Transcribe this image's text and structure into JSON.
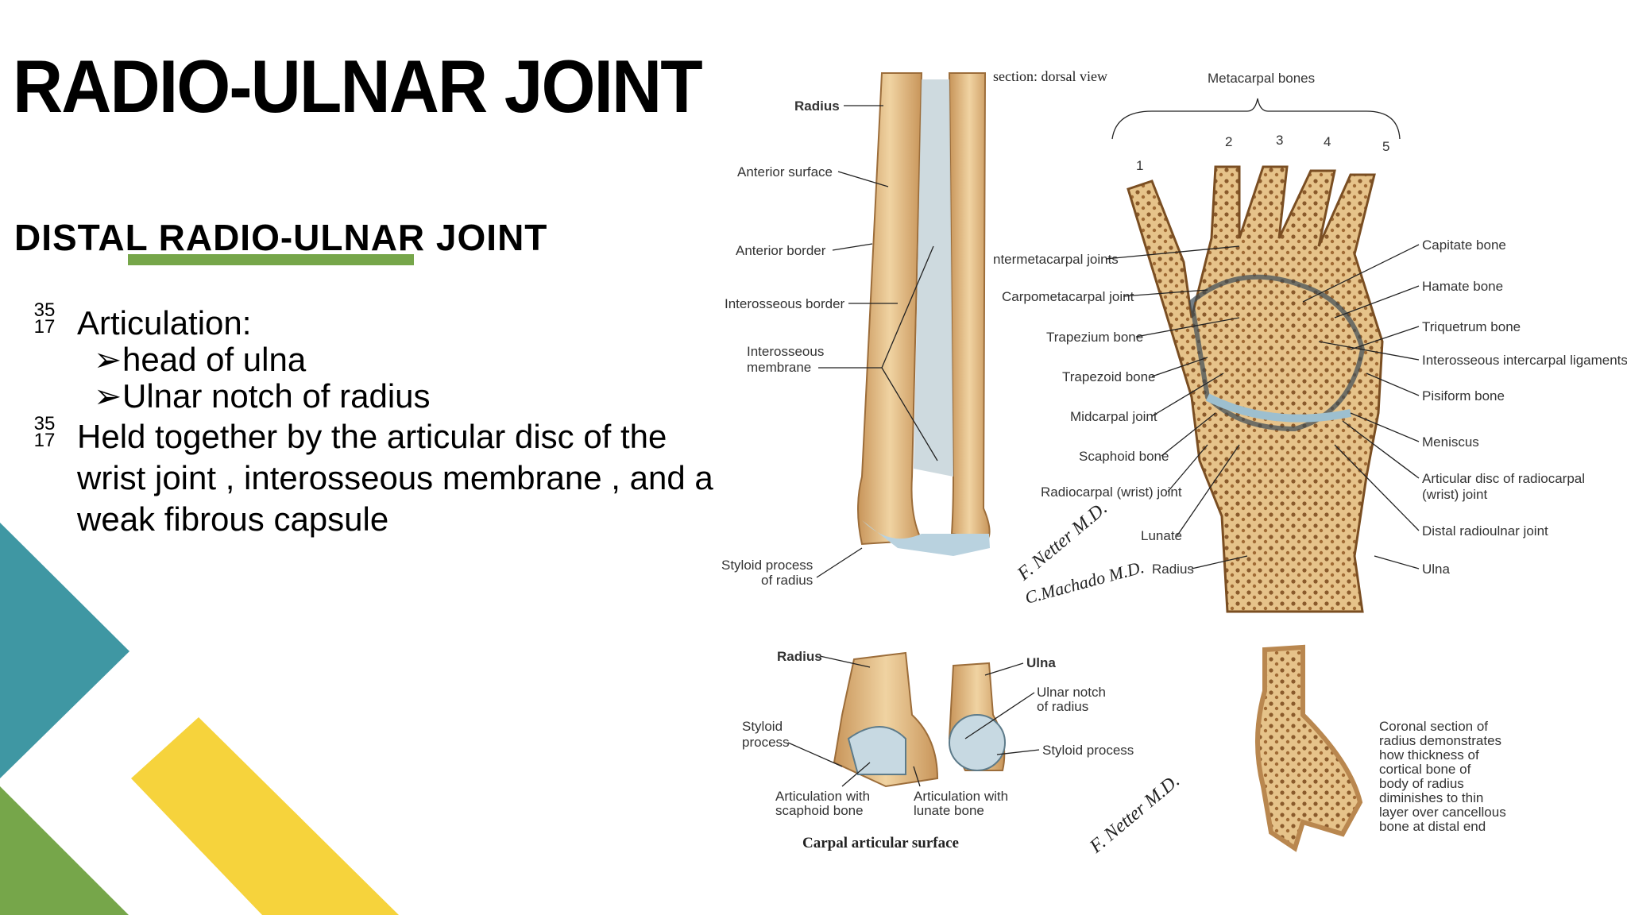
{
  "slide": {
    "title": "RADIO-ULNAR JOINT",
    "subtitle": "DISTAL RADIO-ULNAR JOINT",
    "bullet1": {
      "num_top": "35",
      "num_bottom": "17",
      "text": "Articulation:"
    },
    "sub_items": [
      "head of ulna",
      "Ulnar notch of radius"
    ],
    "bullet2": {
      "num_top": "35",
      "num_bottom": "17",
      "lines": [
        "Held together by the articular disc of the",
        "wrist joint , interosseous membrane , and a",
        "weak fibrous capsule"
      ]
    },
    "accent_colors": {
      "teal": "#3f97a3",
      "green": "#76a64a",
      "yellow": "#f6d33c"
    }
  },
  "figure": {
    "forearm_labels": [
      "Radius",
      "Anterior surface",
      "Anterior border",
      "Interosseous border",
      "Interosseous",
      "membrane",
      "Styloid process",
      "of radius"
    ],
    "wrist_header": "section: dorsal view",
    "metacarpal_header": "Metacarpal bones",
    "metacarpal_numbers": [
      "1",
      "2",
      "3",
      "4",
      "5"
    ],
    "wrist_left_labels": [
      "ntermetacarpal joints",
      "Carpometacarpal joint",
      "Trapezium bone",
      "Trapezoid bone",
      "Midcarpal joint",
      "Scaphoid bone",
      "Radiocarpal (wrist) joint",
      "Lunate",
      "Radius"
    ],
    "wrist_right_labels": [
      "Capitate bone",
      "Hamate bone",
      "Triquetrum bone",
      "Interosseous intercarpal ligaments",
      "Pisiform bone",
      "Meniscus",
      "Articular disc of radiocarpal",
      "(wrist) joint",
      "Distal radioulnar joint",
      "Ulna"
    ],
    "signatures": [
      "F. Netter M.D.",
      "C.Machado M.D."
    ],
    "carpal_labels": [
      "Radius",
      "Ulna",
      "Ulnar notch",
      "of radius",
      "Styloid",
      "process",
      "Styloid process",
      "Articulation with",
      "scaphoid bone",
      "Articulation with",
      "lunate bone"
    ],
    "carpal_caption": "Carpal articular surface",
    "coronal_caption": [
      "Coronal section of",
      "radius demonstrates",
      "how thickness of",
      "cortical bone of",
      "body of radius",
      "diminishes to thin",
      "layer over cancellous",
      "bone at distal end"
    ]
  }
}
